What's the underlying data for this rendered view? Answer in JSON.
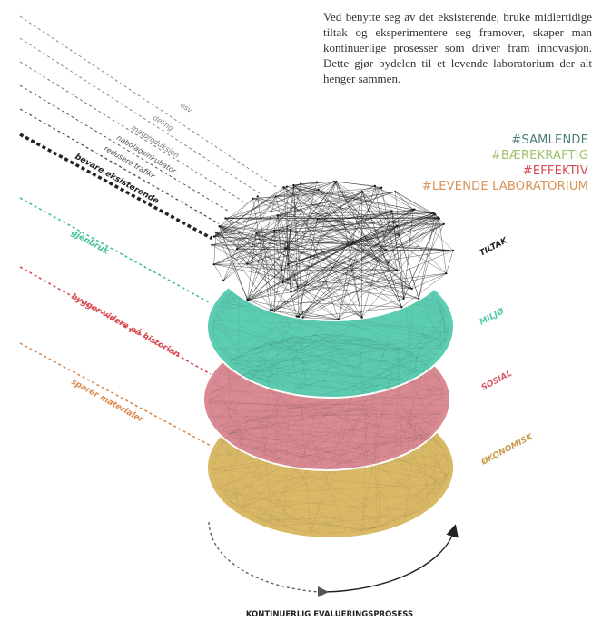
{
  "intro_text": "Ved benytte seg av det eksisterende, bruke midlertidige tiltak og eksperimentere seg framover, skaper man kontinuerlige prosesser som driver fram innovasjon. Dette gjør bydelen til et levende laboratorium der alt henger sammen.",
  "hashtags": [
    {
      "text": "#SAMLENDE",
      "color": "#4e7f7a"
    },
    {
      "text": "#BÆREKRAFTIG",
      "color": "#9fc36a"
    },
    {
      "text": "#EFFEKTIV",
      "color": "#d94a52"
    },
    {
      "text": "#LEVENDE LABORATORIUM",
      "color": "#d99254"
    }
  ],
  "layers": [
    {
      "label": "TILTAK",
      "color": "#222222"
    },
    {
      "label": "MILJØ",
      "color": "#4fc7ab"
    },
    {
      "label": "SOSIAL",
      "color": "#d45a66"
    },
    {
      "label": "ØKONOMISK",
      "color": "#c89c4e"
    }
  ],
  "tiltak_lines": [
    {
      "text": "osv.",
      "color": "#888888"
    },
    {
      "text": "deling",
      "color": "#888888"
    },
    {
      "text": "matproduksjon",
      "color": "#777777"
    },
    {
      "text": "nabolagsinkubator",
      "color": "#555555"
    },
    {
      "text": "redusere trafikk",
      "color": "#444444"
    },
    {
      "text": "bevare eksisterende",
      "color": "#222222"
    }
  ],
  "layer_lines": [
    {
      "text": "gjenbruk",
      "color": "#3fbf9a"
    },
    {
      "text": "bygger videre på historien",
      "color": "#d94a52"
    },
    {
      "text": "sparer materialer",
      "color": "#d98a4e"
    }
  ],
  "footer_label": "KONTINUERLIG EVALUERINGSPROSESS",
  "colors": {
    "network_lines": "#1a1a1a",
    "miljo_fill": "#5ccdb1",
    "sosial_fill": "#d98a92",
    "okonomisk_fill": "#d9b866",
    "arrow": "#222222"
  }
}
